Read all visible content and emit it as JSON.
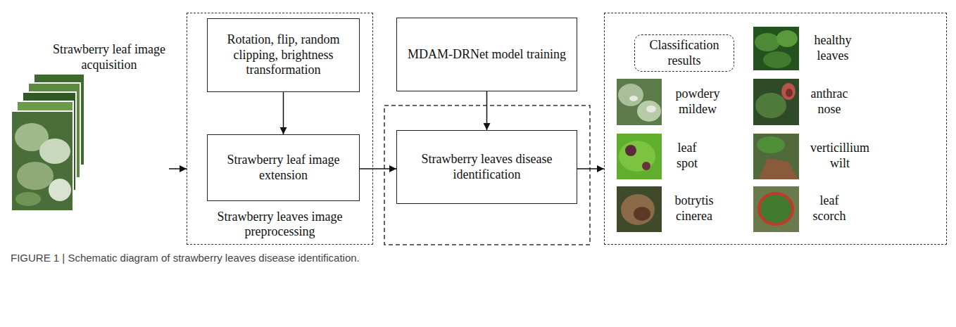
{
  "diagram": {
    "caption": "FIGURE 1 | Schematic diagram of strawberry leaves disease identification.",
    "nodes": [
      {
        "text": [
          "Strawberry leaf image acquisition"
        ]
      },
      {
        "text": [
          "Strawberry leaves image preprocessing"
        ]
      },
      {
        "text": [
          "Rotation, flip, random clipping, brightness transformation"
        ],
        "in": 1
      },
      {
        "text": [
          "Strawberry leaf image extension"
        ],
        "in": 1
      },
      {
        "text": [
          "MDAM-DRNet model training"
        ]
      },
      {
        "text": [
          "Strawberry leaves disease identification"
        ]
      },
      {
        "text": [
          "Classification results"
        ]
      }
    ],
    "edges": [
      {
        "from": 0,
        "to": 1,
        "arrow": "to"
      },
      {
        "from": 2,
        "to": 3,
        "arrow": "to"
      },
      {
        "from": 3,
        "to": 5,
        "arrow": "to"
      },
      {
        "from": 4,
        "to": 5,
        "arrow": "to"
      },
      {
        "from": 5,
        "to": 6,
        "arrow": "to"
      }
    ],
    "labels": [
      "healthy leaves",
      "powdery mildew",
      "anthrac nose",
      "leaf spot",
      "verticillium wilt",
      "botrytis cinerea",
      "leaf scorch"
    ]
  }
}
